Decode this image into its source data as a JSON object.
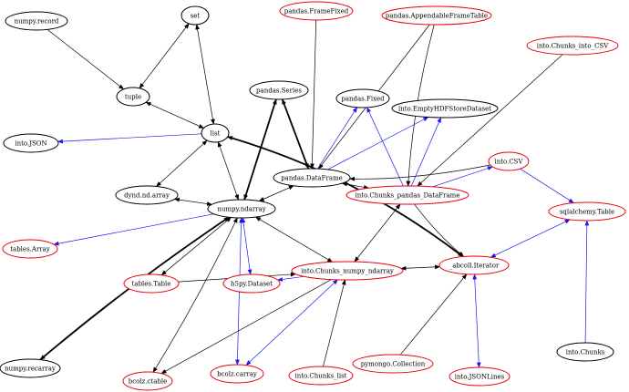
{
  "colors": {
    "black": "#000000",
    "red": "#e8000c",
    "blue": "#1a1aee"
  },
  "nodes": [
    {
      "id": "numpy_record",
      "label": "numpy.record",
      "color": "black"
    },
    {
      "id": "set",
      "label": "set",
      "color": "black"
    },
    {
      "id": "tuple",
      "label": "tuple",
      "color": "black"
    },
    {
      "id": "list",
      "label": "list",
      "color": "black"
    },
    {
      "id": "into_json",
      "label": "into.JSON",
      "color": "black"
    },
    {
      "id": "dynd_array",
      "label": "dynd.nd.array",
      "color": "black"
    },
    {
      "id": "numpy_ndarray",
      "label": "numpy.ndarray",
      "color": "black"
    },
    {
      "id": "tables_array",
      "label": "tables.Array",
      "color": "red"
    },
    {
      "id": "tables_table",
      "label": "tables.Table",
      "color": "red"
    },
    {
      "id": "h5py_dataset",
      "label": "h5py.Dataset",
      "color": "red"
    },
    {
      "id": "numpy_recarray",
      "label": "numpy.recarray",
      "color": "black"
    },
    {
      "id": "bcolz_ctable",
      "label": "bcolz.ctable",
      "color": "red"
    },
    {
      "id": "bcolz_carray",
      "label": "bcolz.carray",
      "color": "red"
    },
    {
      "id": "into_chunks_list",
      "label": "into.Chunks_list",
      "color": "red"
    },
    {
      "id": "pymongo_collection",
      "label": "pymongo.Collection",
      "color": "red"
    },
    {
      "id": "into_jsonlines",
      "label": "into.JSONLines",
      "color": "red"
    },
    {
      "id": "into_chunks",
      "label": "into.Chunks",
      "color": "black"
    },
    {
      "id": "sqlalchemy_table",
      "label": "sqlalchemy.Table",
      "color": "red"
    },
    {
      "id": "into_chunks_into_csv",
      "label": "into.Chunks_into_CSV",
      "color": "red"
    },
    {
      "id": "pandas_appendableframetable",
      "label": "pandas.AppendableFrameTable",
      "color": "red"
    },
    {
      "id": "pandas_framefixed",
      "label": "pandas.FrameFixed",
      "color": "red"
    },
    {
      "id": "pandas_series",
      "label": "pandas.Series",
      "color": "black"
    },
    {
      "id": "pandas_fixed",
      "label": "pandas.Fixed",
      "color": "black"
    },
    {
      "id": "into_emptyhdfstoredataset",
      "label": "into.EmptyHDFStoreDataset",
      "color": "black"
    },
    {
      "id": "into_csv",
      "label": "into.CSV",
      "color": "red"
    },
    {
      "id": "pandas_dataframe",
      "label": "pandas.DataFrame",
      "color": "black"
    },
    {
      "id": "into_chunks_pandas_dataframe",
      "label": "into.Chunks_pandas_DataFrame",
      "color": "red"
    },
    {
      "id": "into_chunks_numpy_ndarray",
      "label": "into.Chunks_numpy_ndarray",
      "color": "red"
    },
    {
      "id": "abcoll_iterator",
      "label": "_abcoll.Iterator",
      "color": "red"
    }
  ],
  "edges": [
    {
      "from": "numpy_record",
      "to": "tuple",
      "color": "black",
      "bold": false,
      "dir": "forward"
    },
    {
      "from": "tuple",
      "to": "set",
      "color": "black",
      "bold": false,
      "dir": "both"
    },
    {
      "from": "set",
      "to": "list",
      "color": "black",
      "bold": false,
      "dir": "both"
    },
    {
      "from": "tuple",
      "to": "list",
      "color": "black",
      "bold": false,
      "dir": "both"
    },
    {
      "from": "list",
      "to": "into_json",
      "color": "blue",
      "bold": false,
      "dir": "forward"
    },
    {
      "from": "list",
      "to": "dynd_array",
      "color": "black",
      "bold": false,
      "dir": "both"
    },
    {
      "from": "list",
      "to": "numpy_ndarray",
      "color": "black",
      "bold": false,
      "dir": "both"
    },
    {
      "from": "list",
      "to": "abcoll_iterator",
      "color": "black",
      "bold": true,
      "dir": "both"
    },
    {
      "from": "dynd_array",
      "to": "numpy_ndarray",
      "color": "black",
      "bold": false,
      "dir": "both"
    },
    {
      "from": "numpy_ndarray",
      "to": "tables_array",
      "color": "blue",
      "bold": false,
      "dir": "forward"
    },
    {
      "from": "numpy_ndarray",
      "to": "tables_table",
      "color": "black",
      "bold": false,
      "dir": "both"
    },
    {
      "from": "numpy_ndarray",
      "to": "h5py_dataset",
      "color": "blue",
      "bold": false,
      "dir": "both"
    },
    {
      "from": "numpy_ndarray",
      "to": "numpy_recarray",
      "color": "black",
      "bold": true,
      "dir": "both"
    },
    {
      "from": "numpy_ndarray",
      "to": "bcolz_ctable",
      "color": "black",
      "bold": false,
      "dir": "both"
    },
    {
      "from": "numpy_ndarray",
      "to": "bcolz_carray",
      "color": "blue",
      "bold": false,
      "dir": "both"
    },
    {
      "from": "numpy_ndarray",
      "to": "pandas_series",
      "color": "black",
      "bold": true,
      "dir": "both"
    },
    {
      "from": "numpy_ndarray",
      "to": "pandas_dataframe",
      "color": "black",
      "bold": false,
      "dir": "both"
    },
    {
      "from": "numpy_ndarray",
      "to": "into_chunks_numpy_ndarray",
      "color": "black",
      "bold": false,
      "dir": "both"
    },
    {
      "from": "pandas_series",
      "to": "pandas_dataframe",
      "color": "black",
      "bold": true,
      "dir": "both"
    },
    {
      "from": "pandas_framefixed",
      "to": "pandas_dataframe",
      "color": "black",
      "bold": false,
      "dir": "forward"
    },
    {
      "from": "pandas_appendableframetable",
      "to": "pandas_dataframe",
      "color": "black",
      "bold": false,
      "dir": "forward"
    },
    {
      "from": "pandas_appendableframetable",
      "to": "into_chunks_pandas_dataframe",
      "color": "black",
      "bold": false,
      "dir": "forward"
    },
    {
      "from": "pandas_dataframe",
      "to": "pandas_fixed",
      "color": "blue",
      "bold": false,
      "dir": "forward"
    },
    {
      "from": "pandas_dataframe",
      "to": "into_emptyhdfstoredataset",
      "color": "blue",
      "bold": false,
      "dir": "forward"
    },
    {
      "from": "into_csv",
      "to": "pandas_dataframe",
      "color": "black",
      "bold": false,
      "dir": "forward"
    },
    {
      "from": "pandas_dataframe",
      "to": "into_chunks_pandas_dataframe",
      "color": "black",
      "bold": false,
      "dir": "both"
    },
    {
      "from": "into_chunks_into_csv",
      "to": "into_chunks_pandas_dataframe",
      "color": "black",
      "bold": false,
      "dir": "forward"
    },
    {
      "from": "into_chunks_pandas_dataframe",
      "to": "pandas_fixed",
      "color": "blue",
      "bold": false,
      "dir": "forward"
    },
    {
      "from": "into_chunks_pandas_dataframe",
      "to": "into_emptyhdfstoredataset",
      "color": "blue",
      "bold": false,
      "dir": "forward"
    },
    {
      "from": "into_chunks_pandas_dataframe",
      "to": "into_csv",
      "color": "blue",
      "bold": false,
      "dir": "forward"
    },
    {
      "from": "into_chunks_pandas_dataframe",
      "to": "into_chunks_numpy_ndarray",
      "color": "black",
      "bold": false,
      "dir": "both"
    },
    {
      "from": "into_chunks_pandas_dataframe",
      "to": "abcoll_iterator",
      "color": "black",
      "bold": false,
      "dir": "forward"
    },
    {
      "from": "into_csv",
      "to": "sqlalchemy_table",
      "color": "blue",
      "bold": false,
      "dir": "forward"
    },
    {
      "from": "into_chunks",
      "to": "sqlalchemy_table",
      "color": "blue",
      "bold": false,
      "dir": "forward"
    },
    {
      "from": "abcoll_iterator",
      "to": "sqlalchemy_table",
      "color": "blue",
      "bold": false,
      "dir": "both"
    },
    {
      "from": "tables_table",
      "to": "into_chunks_numpy_ndarray",
      "color": "black",
      "bold": false,
      "dir": "forward"
    },
    {
      "from": "into_chunks_numpy_ndarray",
      "to": "h5py_dataset",
      "color": "blue",
      "bold": false,
      "dir": "forward"
    },
    {
      "from": "into_chunks_numpy_ndarray",
      "to": "abcoll_iterator",
      "color": "black",
      "bold": false,
      "dir": "both"
    },
    {
      "from": "into_chunks_numpy_ndarray",
      "to": "bcolz_ctable",
      "color": "black",
      "bold": false,
      "dir": "forward"
    },
    {
      "from": "into_chunks_numpy_ndarray",
      "to": "bcolz_carray",
      "color": "blue",
      "bold": false,
      "dir": "both"
    },
    {
      "from": "into_chunks_list",
      "to": "into_chunks_numpy_ndarray",
      "color": "black",
      "bold": false,
      "dir": "forward"
    },
    {
      "from": "pymongo_collection",
      "to": "abcoll_iterator",
      "color": "black",
      "bold": false,
      "dir": "forward"
    },
    {
      "from": "into_jsonlines",
      "to": "abcoll_iterator",
      "color": "blue",
      "bold": false,
      "dir": "both"
    }
  ]
}
